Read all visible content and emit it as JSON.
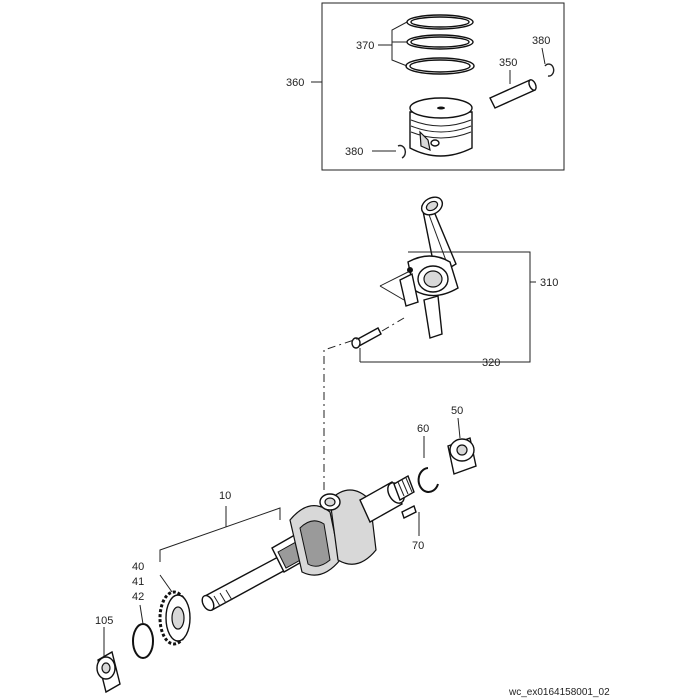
{
  "diagram": {
    "footer_code": "wc_ex0164158001_02",
    "callouts": {
      "c360": "360",
      "c370": "370",
      "c350": "350",
      "c380_top": "380",
      "c380_bottom": "380",
      "c310": "310",
      "c320": "320",
      "c50": "50",
      "c60": "60",
      "c70": "70",
      "c10": "10",
      "c40": "40",
      "c41": "41",
      "c42": "42",
      "c105": "105"
    }
  }
}
